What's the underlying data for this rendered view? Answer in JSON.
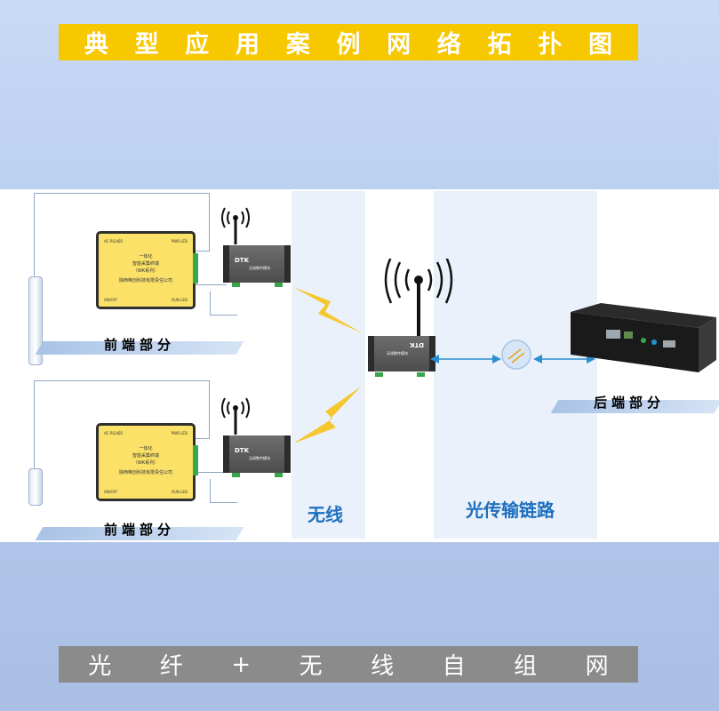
{
  "title": [
    "典",
    "型",
    "应",
    "用",
    "案",
    "例",
    "网",
    "络",
    "拓",
    "扑",
    "图"
  ],
  "footer": [
    "光",
    "纤",
    "+",
    "无",
    "线",
    "自",
    "组",
    "网"
  ],
  "zones": {
    "wireless": "无线",
    "optical": "光传输链路"
  },
  "front_label": "前端部分",
  "back_label": "后端部分",
  "wk_box": {
    "top_left": "AC-RS/485",
    "top_right": "PWR LED",
    "line1": "一体化",
    "line2": "智能采集终端",
    "line3": "（WK系列）",
    "line4": "陕西唯创科技有限责任公司",
    "bottom_left": "ON/OFF",
    "bottom_right": "RUN LED"
  },
  "dtk": {
    "name": "DTK",
    "subtitle": "无线数传模块"
  },
  "center": {
    "name": "DTK",
    "subtitle": "无线数传模块"
  },
  "colors": {
    "accent_blue": "#1e6fbf",
    "title_yellow": "#f7c700",
    "bolt": "#f6c21a"
  }
}
